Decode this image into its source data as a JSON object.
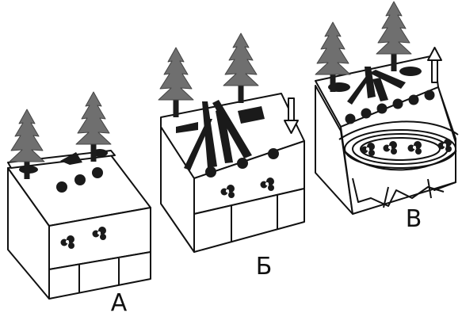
{
  "panels": [
    {
      "id": "a",
      "label": "А"
    },
    {
      "id": "b",
      "label": "Б"
    },
    {
      "id": "c",
      "label": "В"
    }
  ],
  "arrows": {
    "b": "down",
    "c": "up"
  },
  "colors": {
    "ink": "#111111",
    "block_face": "#ffffff",
    "tree_foliage": "#6f6f6f",
    "tree_trunk": "#1c1c1c",
    "object": "#1a1a1a"
  }
}
